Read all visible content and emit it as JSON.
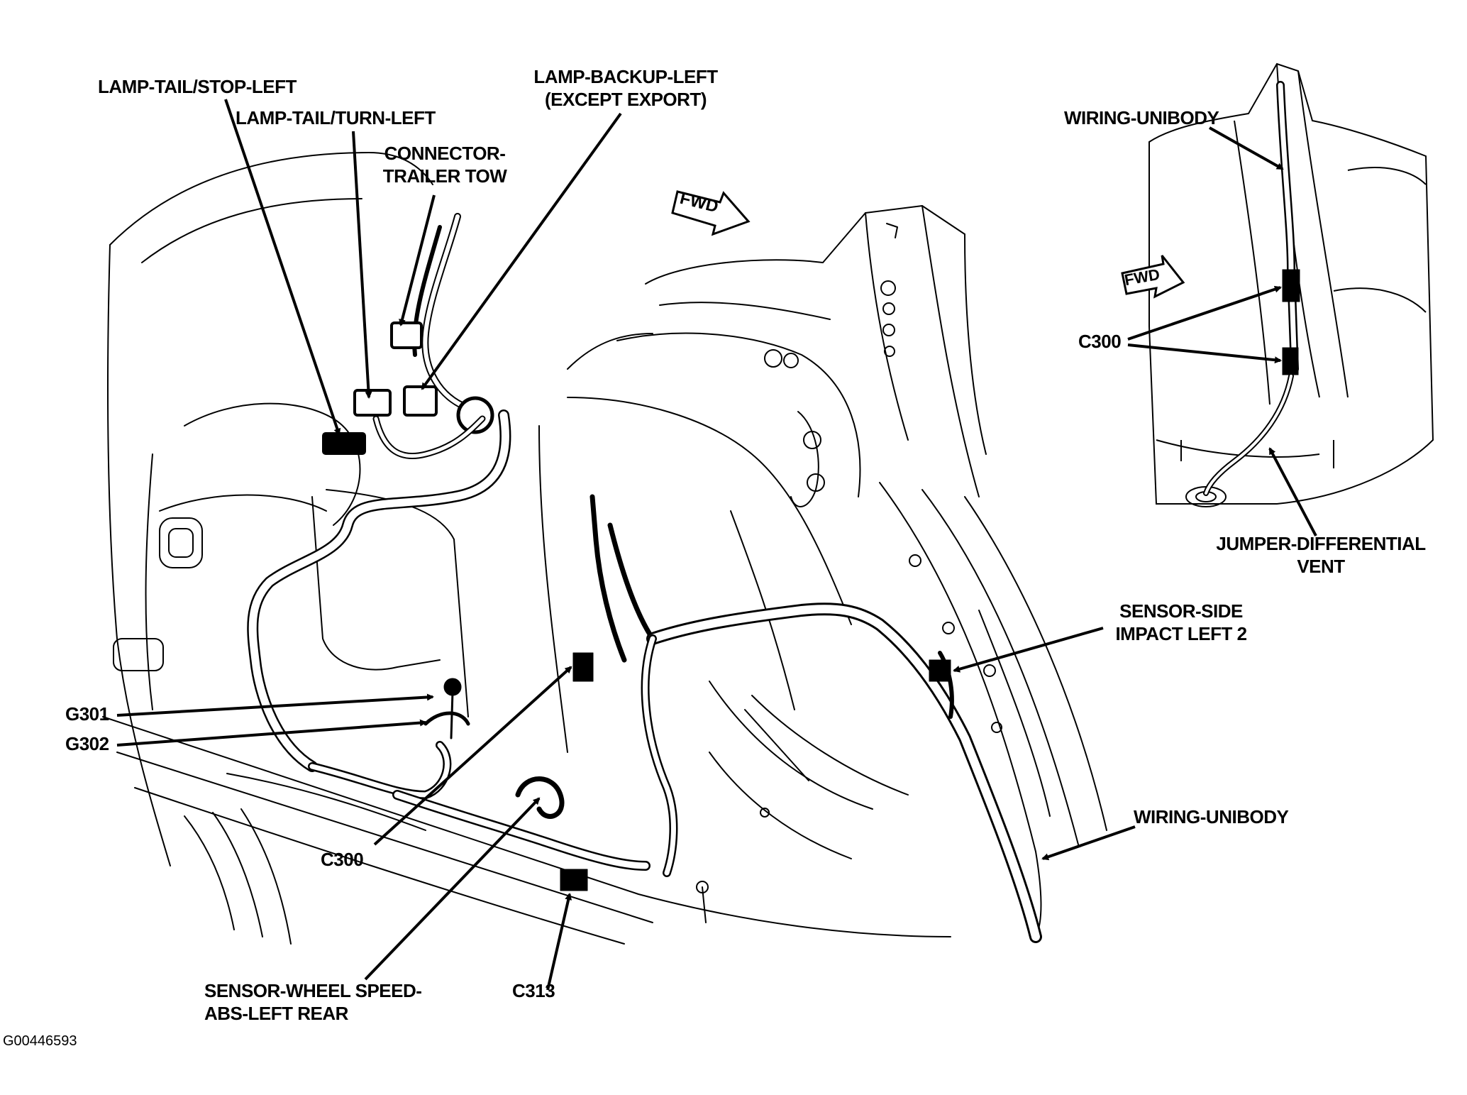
{
  "figure_id": "G00446593",
  "fwd_label": "FWD",
  "callouts": {
    "lamp_tail_stop_left": "LAMP-TAIL/STOP-LEFT",
    "lamp_tail_turn_left": "LAMP-TAIL/TURN-LEFT",
    "connector_trailer_tow_1": "CONNECTOR-",
    "connector_trailer_tow_2": "TRAILER TOW",
    "lamp_backup_left_1": "LAMP-BACKUP-LEFT",
    "lamp_backup_left_2": "(EXCEPT EXPORT)",
    "wiring_unibody_inset": "WIRING-UNIBODY",
    "c300_inset": "C300",
    "jumper_diff_vent_1": "JUMPER-DIFFERENTIAL",
    "jumper_diff_vent_2": "VENT",
    "sensor_side_impact_1": "SENSOR-SIDE",
    "sensor_side_impact_2": "IMPACT LEFT 2",
    "wiring_unibody_main": "WIRING-UNIBODY",
    "g301": "G301",
    "g302": "G302",
    "c300_main": "C300",
    "sensor_wheel_speed_1": "SENSOR-WHEEL SPEED-",
    "sensor_wheel_speed_2": "ABS-LEFT REAR",
    "c313": "C313"
  },
  "colors": {
    "ink": "#000000",
    "paper": "#ffffff"
  },
  "icons": [
    "fwd-arrow-icon"
  ]
}
